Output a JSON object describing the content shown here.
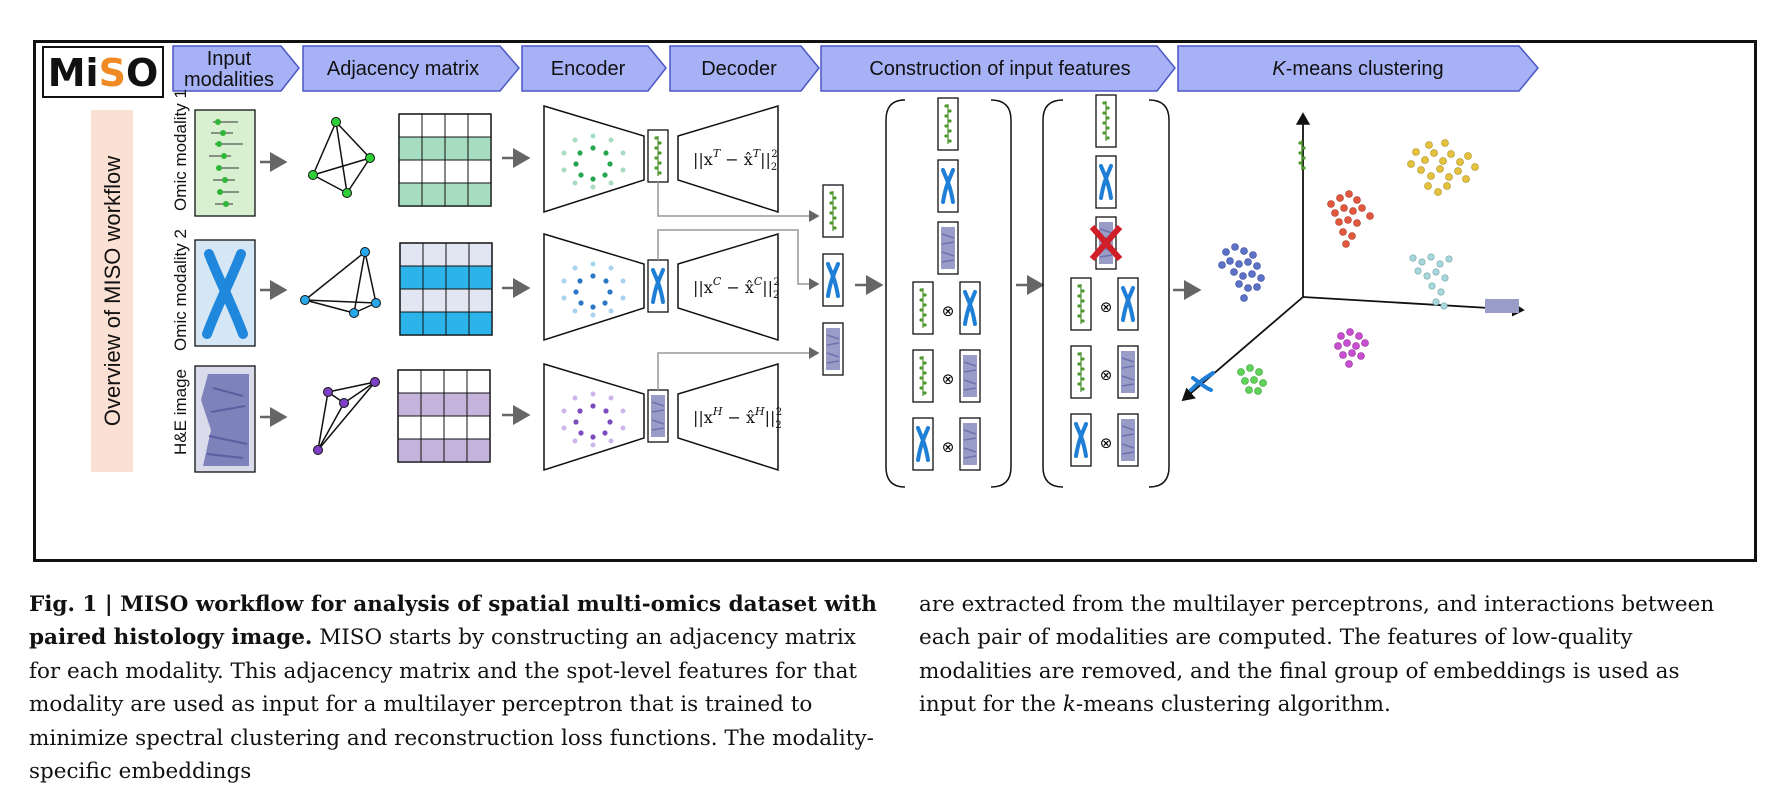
{
  "logo": {
    "text_mi": "Mi",
    "text_s": "S",
    "text_o": "O"
  },
  "colors": {
    "stage_fill": "#a7b1f5",
    "stage_stroke": "#4b57c6",
    "omic1": "#a6dcc0",
    "omic2": "#2bb3ea",
    "he": "#c6b3dc",
    "reject": "#d01f28"
  },
  "stages": [
    {
      "line1": "Input",
      "line2": "modalities"
    },
    {
      "label": "Adjacency matrix"
    },
    {
      "label": "Encoder"
    },
    {
      "label": "Decoder"
    },
    {
      "label": "Construction of input features"
    },
    {
      "label_italic": "K",
      "label_rest": "-means clustering"
    }
  ],
  "side_title": "Overview of MISO workflow",
  "rows": [
    {
      "label": "Omic modality 1",
      "loss_sup": "T"
    },
    {
      "label": "Omic modality 2",
      "loss_sup": "C"
    },
    {
      "label": "H&E image",
      "loss_sup": "H"
    }
  ],
  "loss_parts": {
    "open": "||x",
    "minus": " − x̂",
    "close": "||",
    "sub": "2",
    "sup2": "2"
  },
  "operator": "⊗",
  "caption": {
    "label": "Fig. 1 | MISO workflow for analysis of spatial multi-omics dataset with paired histology image.",
    "body_left": "MISO starts by constructing an adjacency matrix for each modality. This adjacency matrix and the spot-level features for that modality are used as input for a multilayer perceptron that is trained to minimize spectral clustering and reconstruction loss functions. The modality-specific embeddings",
    "body_right_1": "are extracted from the multilayer perceptrons, and interactions between each pair of modalities are computed. The features of low-quality modalities are removed, and the final group of embeddings is used as input for the ",
    "body_right_k": "k",
    "body_right_2": "-means clustering algorithm."
  }
}
